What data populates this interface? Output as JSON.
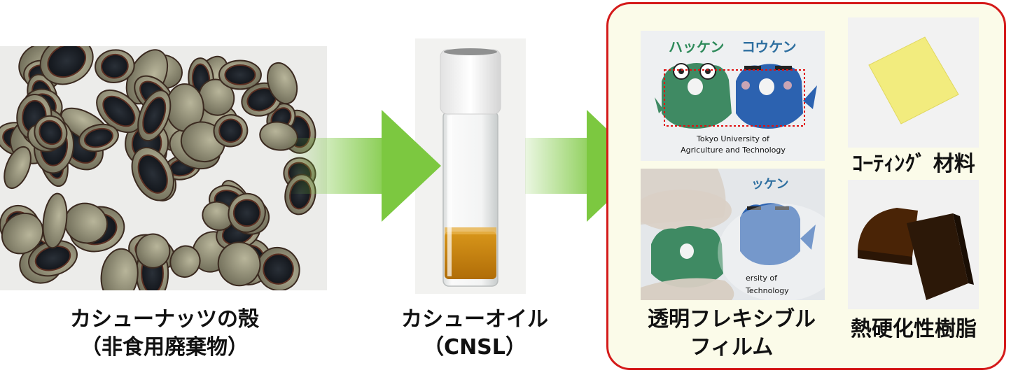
{
  "stage1": {
    "caption_line1": "カシューナッツの殻",
    "caption_line2": "（非食用廃棄物）"
  },
  "stage2": {
    "caption_line1": "カシューオイル",
    "caption_line2": "（CNSL）"
  },
  "products": {
    "film": {
      "caption_line1": "透明フレキシブル",
      "caption_line2": "フィルム",
      "mascot_left_name": "ハッケン",
      "mascot_right_name": "コウケン",
      "uni_line1": "Tokyo University of",
      "uni_line2": "Agriculture and Technology",
      "bottom_mascot_fragment": "ッケン",
      "bottom_uni_line1": "ersity of",
      "bottom_uni_line2": "Technology"
    },
    "coating": {
      "caption": "ｺｰﾃｨﾝｸﾞ 材料"
    },
    "resin": {
      "caption": "熱硬化性樹脂"
    }
  },
  "colors": {
    "arrow_green": "#7cc840",
    "box_border": "#d41a1a",
    "box_fill": "#fbfbe9",
    "oil": "#c98a12",
    "coating_yellow": "#f2ec7e"
  }
}
